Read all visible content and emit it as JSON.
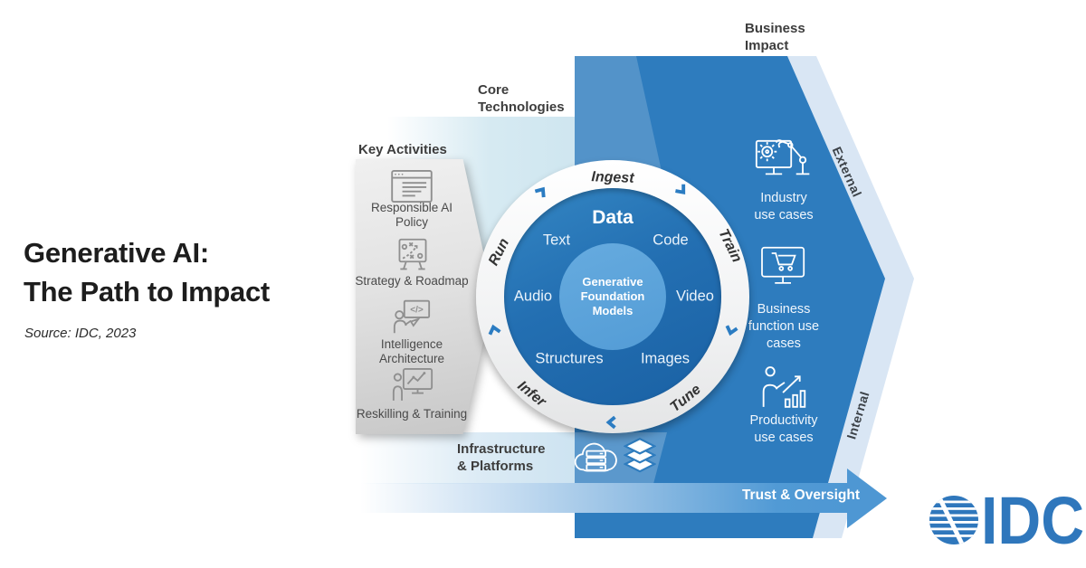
{
  "title": {
    "line1": "Generative AI:",
    "line2": "The Path to Impact",
    "source": "Source: IDC, 2023"
  },
  "headings": {
    "key_activities": "Key Activities",
    "core_technologies_line1": "Core",
    "core_technologies_line2": "Technologies",
    "business_impact_line1": "Business",
    "business_impact_line2": "Impact",
    "infrastructure_line1": "Infrastructure",
    "infrastructure_line2": "& Platforms"
  },
  "key_activities": {
    "items": [
      {
        "icon": "policy-document-icon",
        "line1": "Responsible AI",
        "line2": "Policy"
      },
      {
        "icon": "strategy-board-icon",
        "line1": "Strategy & Roadmap",
        "line2": ""
      },
      {
        "icon": "presenter-code-icon",
        "line1": "Intelligence",
        "line2": "Architecture"
      },
      {
        "icon": "training-chart-icon",
        "line1": "Reskilling & Training",
        "line2": ""
      }
    ]
  },
  "cycle": {
    "stages": {
      "top": "Ingest",
      "right": "Train",
      "bottom_right": "Tune",
      "bottom_left": "Infer",
      "left": "Run"
    },
    "data_title": "Data",
    "data_types": {
      "text": "Text",
      "code": "Code",
      "audio": "Audio",
      "video": "Video",
      "structures": "Structures",
      "images": "Images"
    },
    "core_line1": "Generative",
    "core_line2": "Foundation",
    "core_line3": "Models"
  },
  "impact": {
    "items": [
      {
        "icon": "robot-arm-monitor-icon",
        "line1": "Industry",
        "line2": "use cases",
        "line3": ""
      },
      {
        "icon": "ecommerce-monitor-icon",
        "line1": "Business",
        "line2": "function use",
        "line3": "cases"
      },
      {
        "icon": "productivity-person-icon",
        "line1": "Productivity",
        "line2": "use cases",
        "line3": ""
      }
    ],
    "external": "External",
    "internal": "Internal"
  },
  "trust": {
    "label": "Trust & Oversight"
  },
  "logo": {
    "text": "IDC"
  },
  "colors": {
    "chevron_blue": "#2e7cbe",
    "band_light_blue": "#d9e6f4",
    "circle_dark_blue": "#1e67ab",
    "circle_light_blue": "#58a1d9",
    "cycle_arrow_blue": "#2b7cc2",
    "cyan_band": "#cfe6f0",
    "gray_chevron": "#d9d9d9",
    "logo_blue": "#2f77bc",
    "heading_gray": "#3d3d3d"
  }
}
